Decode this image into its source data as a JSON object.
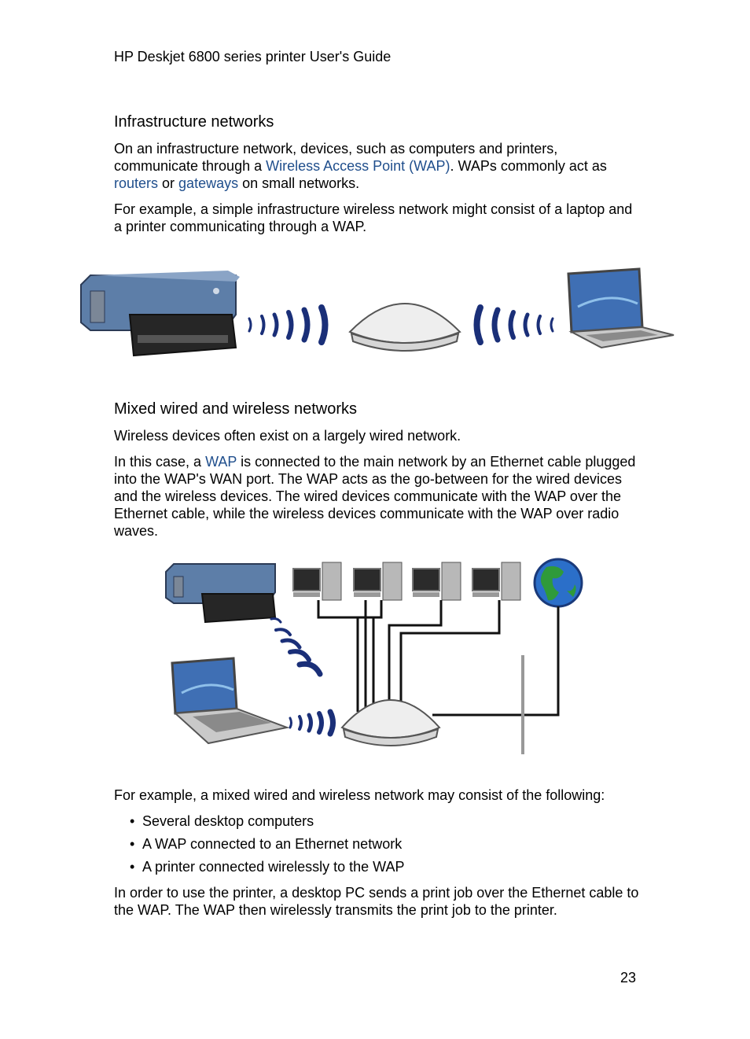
{
  "header": {
    "title": "HP Deskjet 6800 series printer User's Guide"
  },
  "section1": {
    "heading": "Infrastructure networks",
    "p1_a": "On an infrastructure network, devices, such as computers and printers, communicate through a ",
    "p1_link1": "Wireless Access Point (WAP)",
    "p1_b": ". WAPs commonly act as ",
    "p1_link2": "routers",
    "p1_c": " or ",
    "p1_link3": "gateways",
    "p1_d": " on small networks.",
    "p2": "For example, a simple infrastructure wireless network might consist of a laptop and a printer communicating through a WAP."
  },
  "section2": {
    "heading": "Mixed wired and wireless networks",
    "p1": "Wireless devices often exist on a largely wired network.",
    "p2_a": "In this case, a ",
    "p2_link": "WAP",
    "p2_b": " is connected to the main network by an Ethernet cable plugged into the WAP's WAN port. The WAP acts as the go-between for the wired devices and the wireless devices. The wired devices communicate with the WAP over the Ethernet cable, while the wireless devices communicate with the WAP over radio waves.",
    "p3": "For example, a mixed wired and wireless network may consist of the following:",
    "list": [
      "Several desktop computers",
      "A WAP connected to an Ethernet network",
      "A printer connected wirelessly to the WAP"
    ],
    "p4": "In order to use the printer, a desktop PC sends a print job over the Ethernet cable to the WAP. The WAP then wirelessly transmits the print job to the printer."
  },
  "footer": {
    "page_number": "23"
  },
  "colors": {
    "link": "#1f4e8c",
    "wave": "#1a2f78"
  }
}
